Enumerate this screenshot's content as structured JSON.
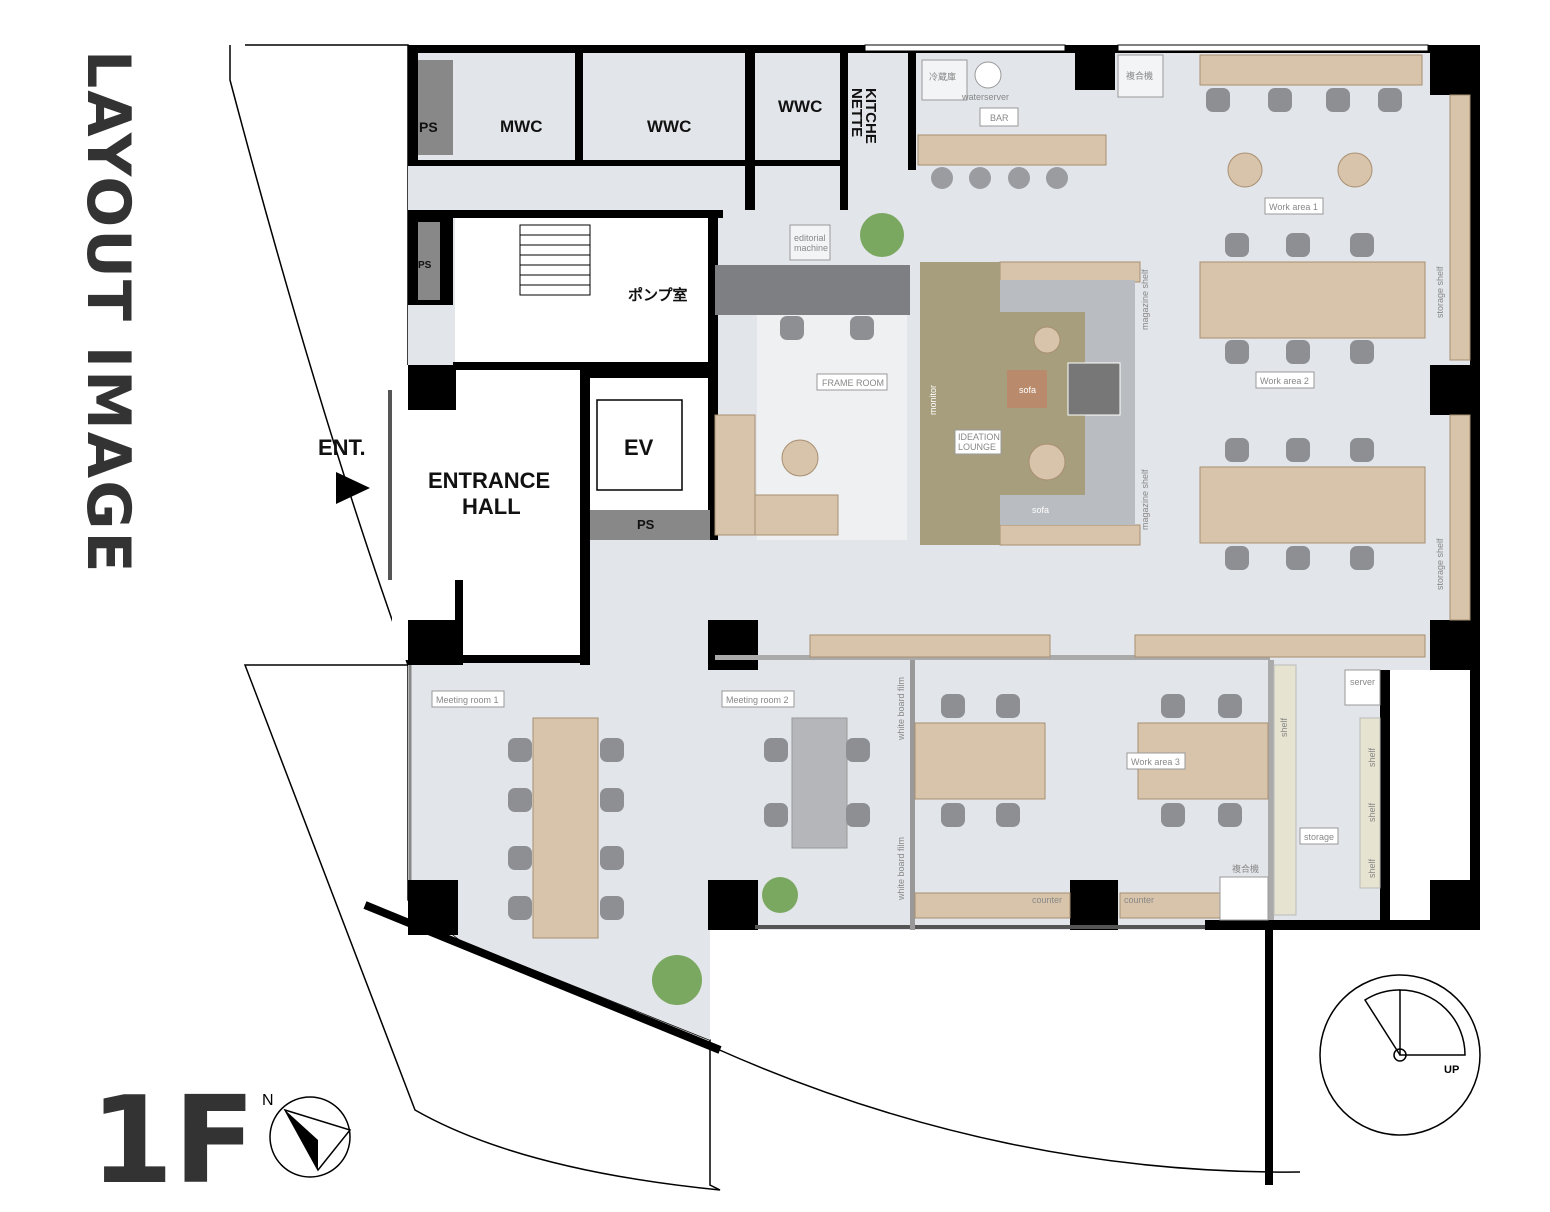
{
  "title": "LAYOUT IMAGE",
  "floor": "1F",
  "compass": {
    "north_label": "N"
  },
  "entrance": {
    "label": "ENT."
  },
  "rooms": {
    "ps": "PS",
    "mwc": "MWC",
    "wwc1": "WWC",
    "wwc2": "WWC",
    "kitchenette_1": "KITCHE",
    "kitchenette_2": "NETTE",
    "pump_room": "ポンプ室",
    "entrance_hall_1": "ENTRANCE",
    "entrance_hall_2": "HALL",
    "ev": "EV"
  },
  "labels": {
    "fridge": "冷蔵庫",
    "waterserver": "waterserver",
    "bar": "BAR",
    "copier_top": "複合機",
    "editorial_1": "editorial",
    "editorial_2": "machine",
    "frame_room": "FRAME ROOM",
    "ideation_1": "IDEATION",
    "ideation_2": "LOUNGE",
    "monitor": "monitor",
    "sofa_1": "sofa",
    "sofa_2": "sofa",
    "magazine_shelf_1": "magazine shelf",
    "magazine_shelf_2": "magazine shelf",
    "work_area_1": "Work area 1",
    "work_area_2": "Work area 2",
    "work_area_3": "Work area 3",
    "storage_shelf_1": "storage shelf",
    "storage_shelf_2": "storage shelf",
    "meeting_room_1": "Meeting room 1",
    "meeting_room_2": "Meeting room 2",
    "white_board_film_1": "white board film",
    "white_board_film_2": "white board film",
    "counter_1": "counter",
    "counter_2": "counter",
    "copier_bottom": "複合機",
    "server": "server",
    "storage": "storage",
    "shelf_1": "shelf",
    "shelf_2": "shelf",
    "shelf_3": "shelf",
    "shelf_4": "shelf",
    "up": "UP"
  }
}
